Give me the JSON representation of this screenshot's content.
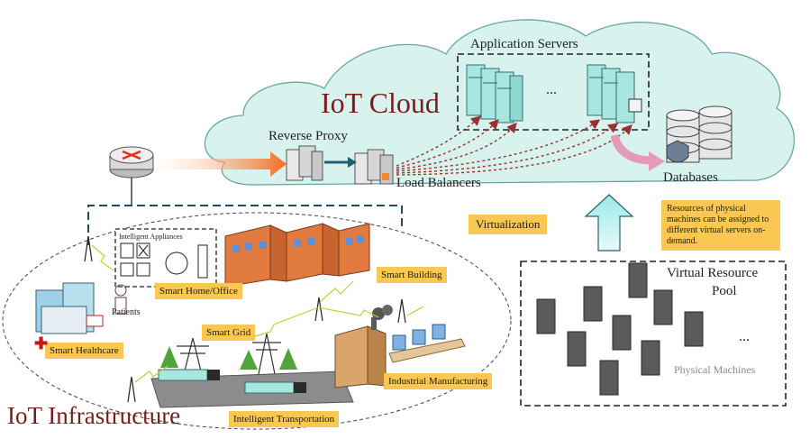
{
  "cloud": {
    "title": "IoT Cloud",
    "app_servers_label": "Application Servers",
    "ellipsis": "...",
    "reverse_proxy_label": "Reverse Proxy",
    "load_balancers_label": "Load Balancers",
    "databases_label": "Databases"
  },
  "middle": {
    "virtualization_label": "Virtualization",
    "note": "Resources of physical machines can be assigned to different virtual servers on-demand."
  },
  "pool": {
    "title_line1": "Virtual Resource",
    "title_line2": "Pool",
    "ellipsis": "...",
    "machines_label": "Physical Machines"
  },
  "infra": {
    "title": "IoT Infrastructure",
    "intelligent_appliances": "Intelligent Appliances",
    "smart_home_office": "Smart Home/Office",
    "smart_building": "Smart Building",
    "patients": "Patients",
    "smart_healthcare": "Smart Healthcare",
    "smart_grid": "Smart Grid",
    "industrial_manufacturing": "Industrial Manufacturing",
    "intelligent_transportation": "Intelligent Transportation"
  },
  "colors": {
    "cloud_fill": "#d8f3ee",
    "server_fill": "#a8e6e0",
    "label_box": "#f9c752",
    "title_red": "#7b1c1c",
    "arrow_orange": "#f46a1c",
    "dashed_red": "#9a3030"
  }
}
